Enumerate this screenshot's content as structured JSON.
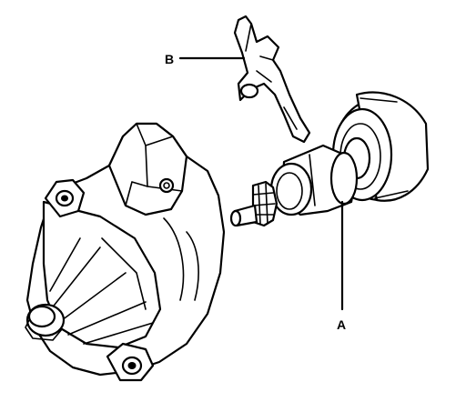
{
  "labels": {
    "a": "A",
    "b": "B"
  },
  "components": {
    "a": "overrunning-clutch-pinion",
    "b": "shift-lever"
  },
  "colors": {
    "ink": "#000000",
    "paper": "#ffffff"
  }
}
